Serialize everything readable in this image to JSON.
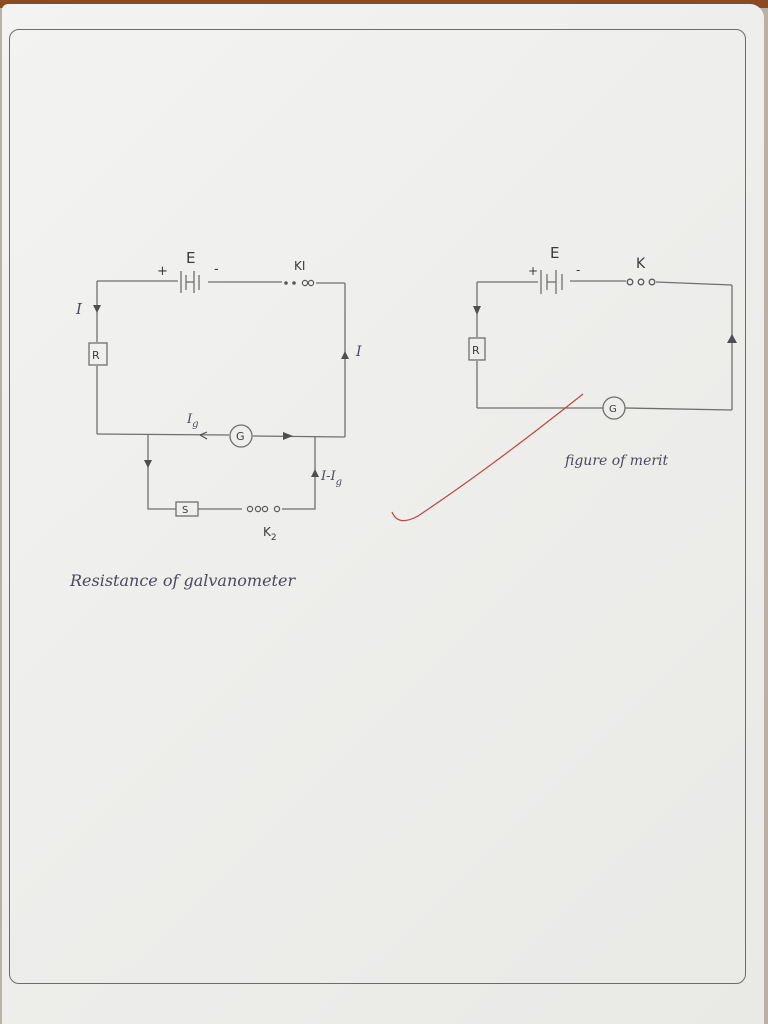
{
  "left_circuit": {
    "caption": "Resistance of galvanometer",
    "battery_label": "E",
    "battery_plus": "+",
    "battery_minus": "-",
    "key_main": "KI",
    "key_shunt": "K",
    "key_shunt_sub": "2",
    "resistor": "R",
    "galvanometer": "G",
    "shunt": "S",
    "current_main": "I",
    "current_right": "I",
    "current_galv": "I",
    "current_galv_sub": "g",
    "current_shunt": "I-I",
    "current_shunt_sub": "g"
  },
  "right_circuit": {
    "caption": "figure of merit",
    "battery_label": "E",
    "battery_plus": "+",
    "battery_minus": "-",
    "key": "K",
    "resistor": "R",
    "galvanometer": "G"
  },
  "colors": {
    "wire": "#6f6f6f",
    "ink": "#3a3a3a",
    "red_mark": "#c4443f",
    "paper": "#efefed"
  }
}
